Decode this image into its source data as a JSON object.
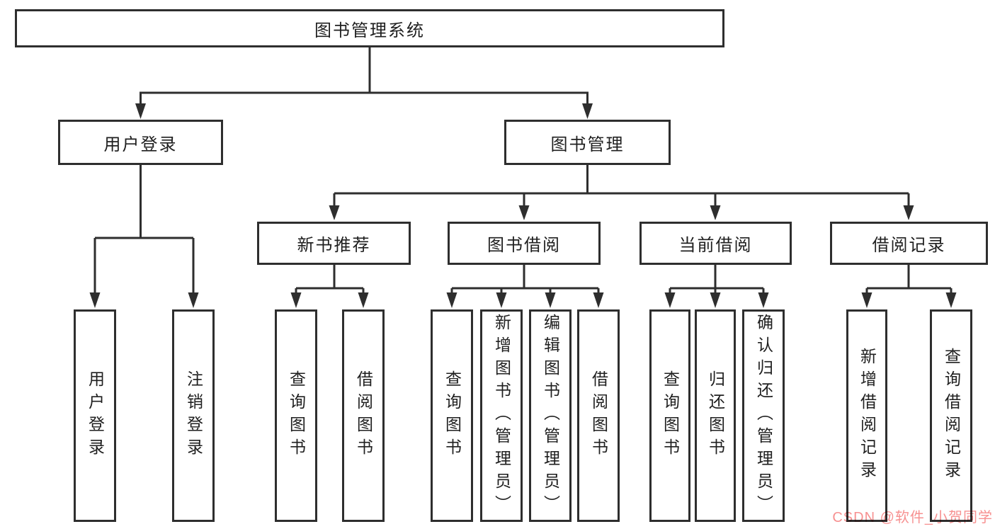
{
  "nodes": {
    "root": "图书管理系统",
    "user_login": "用户登录",
    "book_mgmt": "图书管理",
    "new_book": "新书推荐",
    "book_borrow": "图书借阅",
    "current_borrow": "当前借阅",
    "borrow_record": "借阅记录",
    "ul_user_login": "用户登录",
    "ul_logout": "注销登录",
    "nb_query": "查询图书",
    "nb_borrow": "借阅图书",
    "bb_query": "查询图书",
    "bb_add": "新增图书（管理员）",
    "bb_edit": "编辑图书（管理员）",
    "bb_borrow": "借阅图书",
    "cb_query": "查询图书",
    "cb_return": "归还图书",
    "cb_confirm": "确认归还（管理员）",
    "br_add": "新增借阅记录",
    "br_query": "查询借阅记录"
  },
  "watermark": "CSDN @软件_小贺同学",
  "colors": {
    "line": "#2e2e2e",
    "text": "#1f1f1f",
    "watermark": "#f79191",
    "background": "#ffffff"
  }
}
